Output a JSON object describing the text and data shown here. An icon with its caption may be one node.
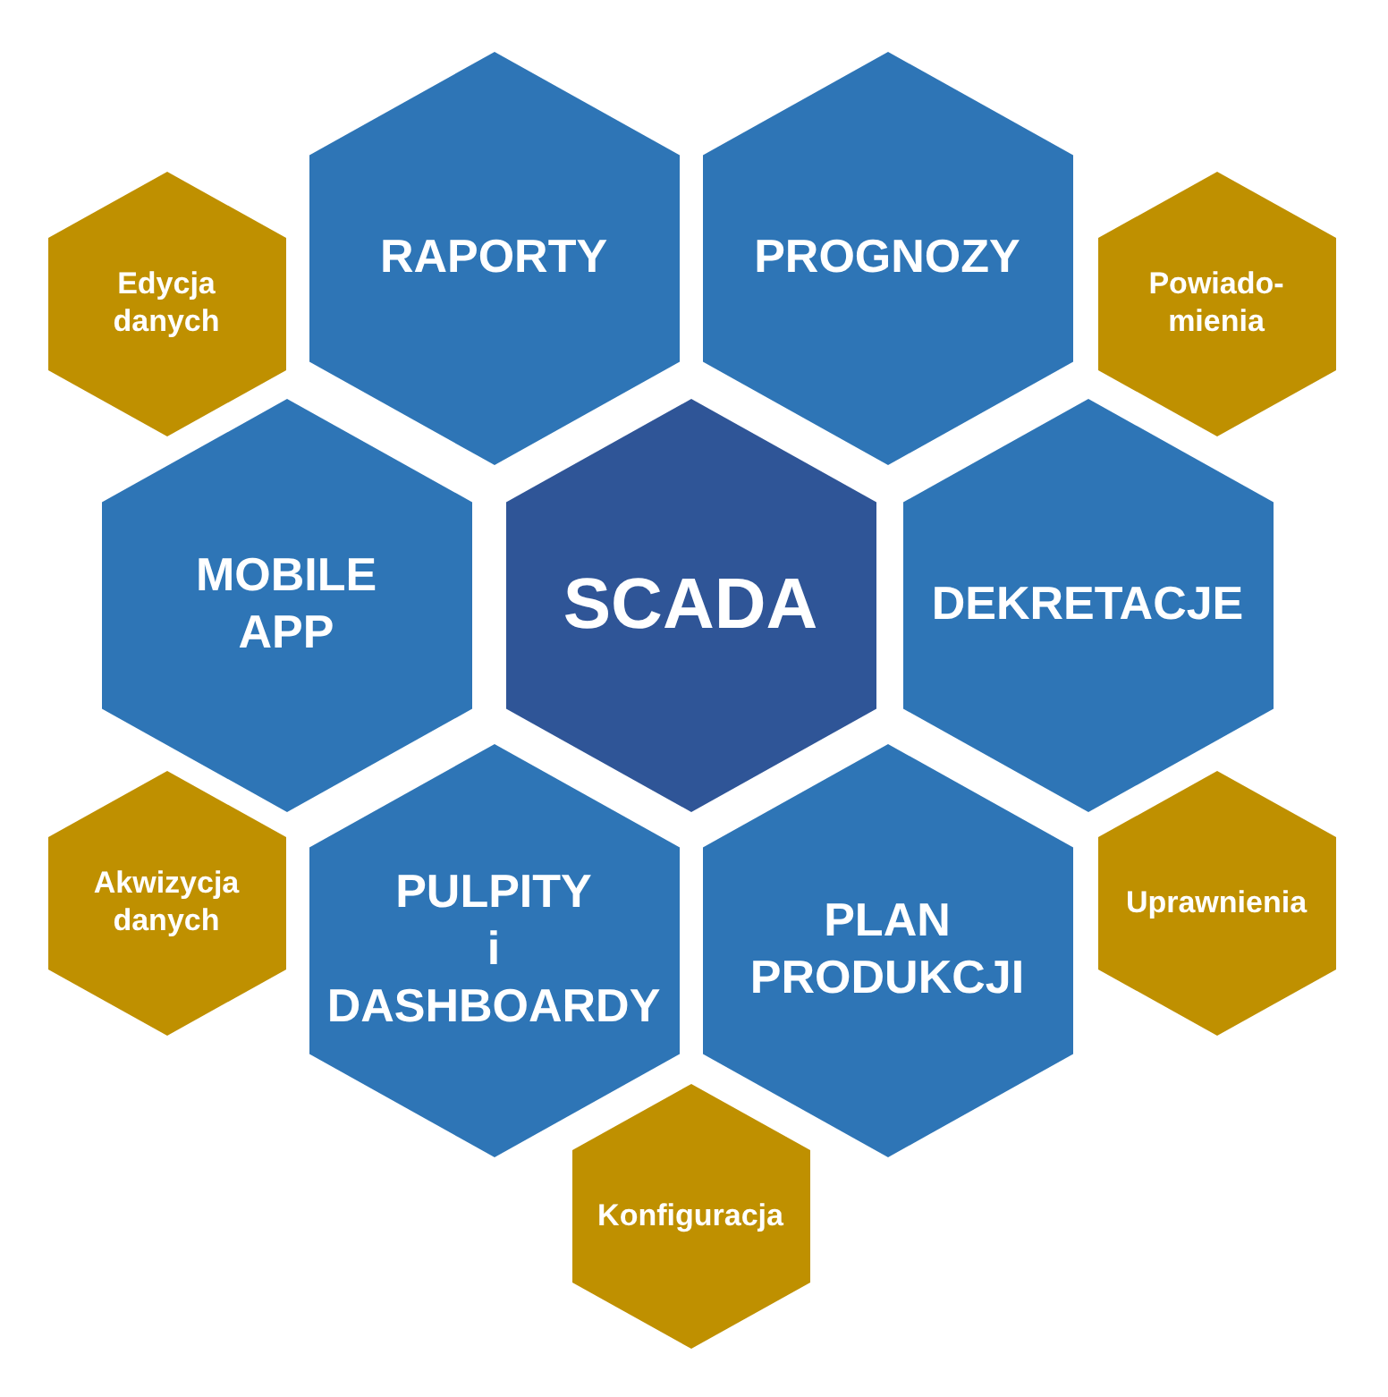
{
  "diagram": {
    "nodes": [
      {
        "text": [
          "Edycja danych"
        ]
      },
      {
        "text": [
          "RAPORTY"
        ]
      },
      {
        "text": [
          "PROGNOZY"
        ]
      },
      {
        "text": [
          "Powiado- mienia"
        ]
      },
      {
        "text": [
          "MOBILE APP"
        ]
      },
      {
        "text": [
          "SCADA"
        ]
      },
      {
        "text": [
          "DEKRETACJE"
        ]
      },
      {
        "text": [
          "Akwizycja danych"
        ]
      },
      {
        "text": [
          "PULPITY i DASHBOARDY"
        ]
      },
      {
        "text": [
          "PLAN PRODUKCJI"
        ]
      },
      {
        "text": [
          "Uprawnienia"
        ]
      },
      {
        "text": [
          "Konfiguracja"
        ]
      }
    ]
  }
}
